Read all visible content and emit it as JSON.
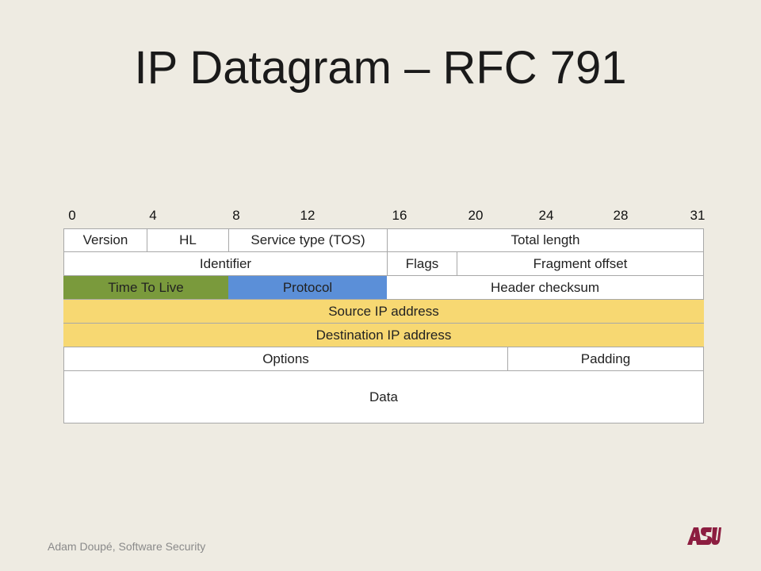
{
  "title": "IP Datagram – RFC 791",
  "bit_labels": [
    "0",
    "4",
    "8",
    "12",
    "16",
    "20",
    "24",
    "28",
    "31"
  ],
  "fields": {
    "version": "Version",
    "hl": "HL",
    "tos": "Service type (TOS)",
    "total_length": "Total length",
    "identifier": "Identifier",
    "flags": "Flags",
    "fragment_offset": "Fragment offset",
    "ttl": "Time To Live",
    "protocol": "Protocol",
    "header_checksum": "Header checksum",
    "source_ip": "Source IP address",
    "dest_ip": "Destination IP address",
    "options": "Options",
    "padding": "Padding",
    "data": "Data"
  },
  "colors": {
    "background": "#eeebe2",
    "ttl": "#7a9a3c",
    "protocol": "#5b8fd8",
    "address": "#f7d872",
    "logo": "#8c1d40"
  },
  "footer": "Adam Doupé, Software Security",
  "logo_text": "ASU"
}
